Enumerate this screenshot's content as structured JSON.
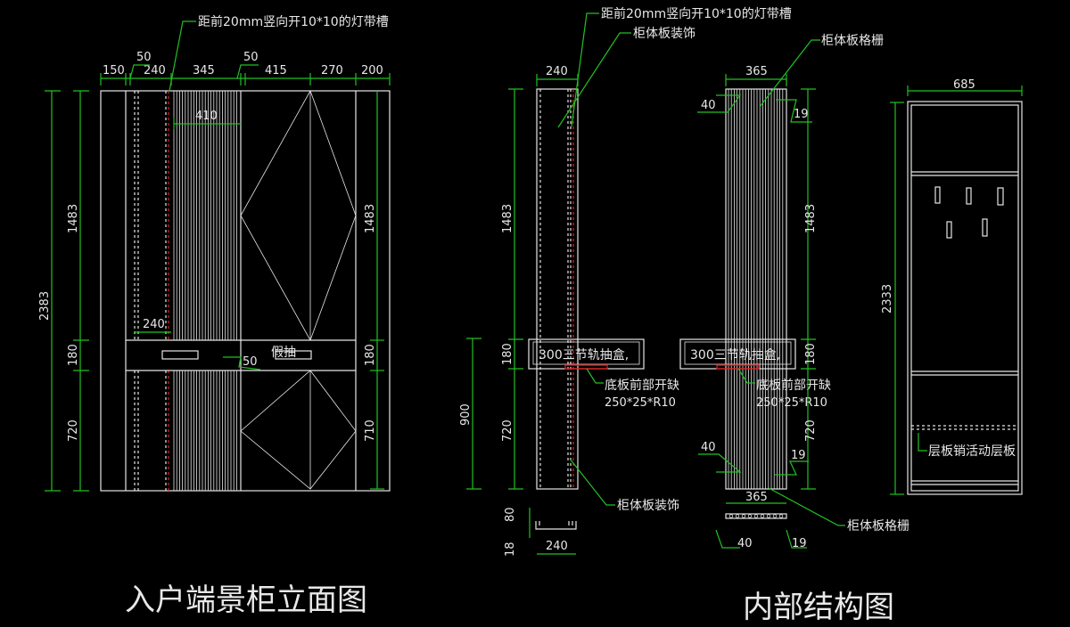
{
  "colors": {
    "background": "#000000",
    "geometry": "#e6e6e6",
    "dimension": "#22c022",
    "highlight": "#d01818"
  },
  "elevation": {
    "title": "入户端景柜立面图",
    "top_note": "距前20mm竖向开10*10的灯带槽",
    "width_dims": [
      "150",
      "50",
      "240",
      "345",
      "50",
      "415",
      "270",
      "200"
    ],
    "inner_dim": "410",
    "left_total_height": "2383",
    "left_heights": [
      "1483",
      "180",
      "720"
    ],
    "right_heights": [
      "1483",
      "180",
      "710"
    ],
    "lower_dim": "240",
    "drawer_gap_dim": "50",
    "fake_drawer_label": "假抽"
  },
  "structure": {
    "title": "内部结构图",
    "top_note": "距前20mm竖向开10*10的灯带槽",
    "side_panel": {
      "label": "柜体板装饰",
      "width": "240",
      "heights": [
        "1483",
        "180",
        "720"
      ],
      "total": "900",
      "drawer_label": "300三节轨抽盒,",
      "notch_note": "底板前部开缺",
      "notch_size": "250*25*R10",
      "bottom_label": "柜体板装饰",
      "section_dims": [
        "80",
        "18",
        "240"
      ]
    },
    "grille_panel": {
      "label": "柜体板格栅",
      "width": "365",
      "heights": [
        "1483",
        "180",
        "720"
      ],
      "left_offset": "40",
      "right_offset": "19",
      "drawer_label": "300三节轨抽盒,",
      "notch_note": "底板前部开缺",
      "notch_size": "250*25*R10",
      "bottom_width": "365",
      "bottom_label": "柜体板格栅",
      "section_dims": [
        "40",
        "19"
      ]
    },
    "cabinet": {
      "width": "685",
      "height": "2333",
      "shelf_note": "层板销活动层板"
    }
  }
}
